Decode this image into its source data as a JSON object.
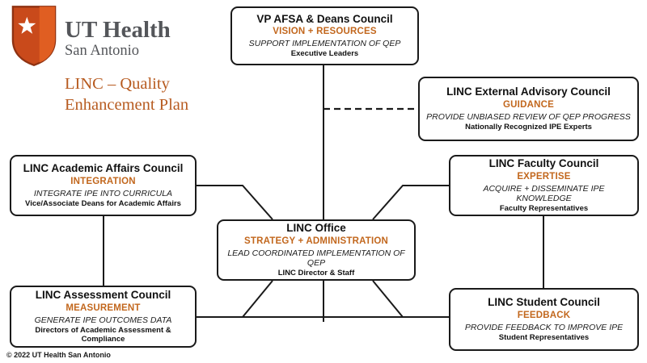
{
  "logo": {
    "brand_line1": "UT Health",
    "brand_line2": "San Antonio",
    "program_line1": "LINC – Quality",
    "program_line2": "Enhancement Plan"
  },
  "footer": {
    "copyright": "© 2022 UT Health San Antonio"
  },
  "colors": {
    "accent_orange": "#C2671D",
    "program_rust": "#B75B20",
    "brand_gray": "#54565A",
    "shield_base": "#C94A1B",
    "shield_light": "#E05E22",
    "line_black": "#1a1a1a"
  },
  "boxes": [
    {
      "id": "vp-afsa-deans-council",
      "title": "VP AFSA & Deans Council",
      "keyword": "VISION + RESOURCES",
      "description": "SUPPORT IMPLEMENTATION OF QEP",
      "members": "Executive Leaders"
    },
    {
      "id": "linc-external-advisory-council",
      "title": "LINC External Advisory Council",
      "keyword": "GUIDANCE",
      "description": "PROVIDE UNBIASED REVIEW OF QEP PROGRESS",
      "members": "Nationally Recognized IPE Experts"
    },
    {
      "id": "linc-academic-affairs-council",
      "title": "LINC Academic Affairs Council",
      "keyword": "INTEGRATION",
      "description": "INTEGRATE IPE INTO CURRICULA",
      "members": "Vice/Associate Deans for Academic Affairs"
    },
    {
      "id": "linc-faculty-council",
      "title": "LINC Faculty Council",
      "keyword": "EXPERTISE",
      "description": "ACQUIRE + DISSEMINATE IPE KNOWLEDGE",
      "members": "Faculty Representatives"
    },
    {
      "id": "linc-office",
      "title": "LINC Office",
      "keyword": "STRATEGY + ADMINISTRATION",
      "description": "LEAD COORDINATED IMPLEMENTATION OF QEP",
      "members": "LINC Director & Staff"
    },
    {
      "id": "linc-assessment-council",
      "title": "LINC Assessment Council",
      "keyword": "MEASUREMENT",
      "description": "GENERATE IPE OUTCOMES DATA",
      "members": "Directors of Academic Assessment & Compliance"
    },
    {
      "id": "linc-student-council",
      "title": "LINC Student Council",
      "keyword": "FEEDBACK",
      "description": "PROVIDE FEEDBACK TO IMPROVE IPE",
      "members": "Student Representatives"
    }
  ]
}
